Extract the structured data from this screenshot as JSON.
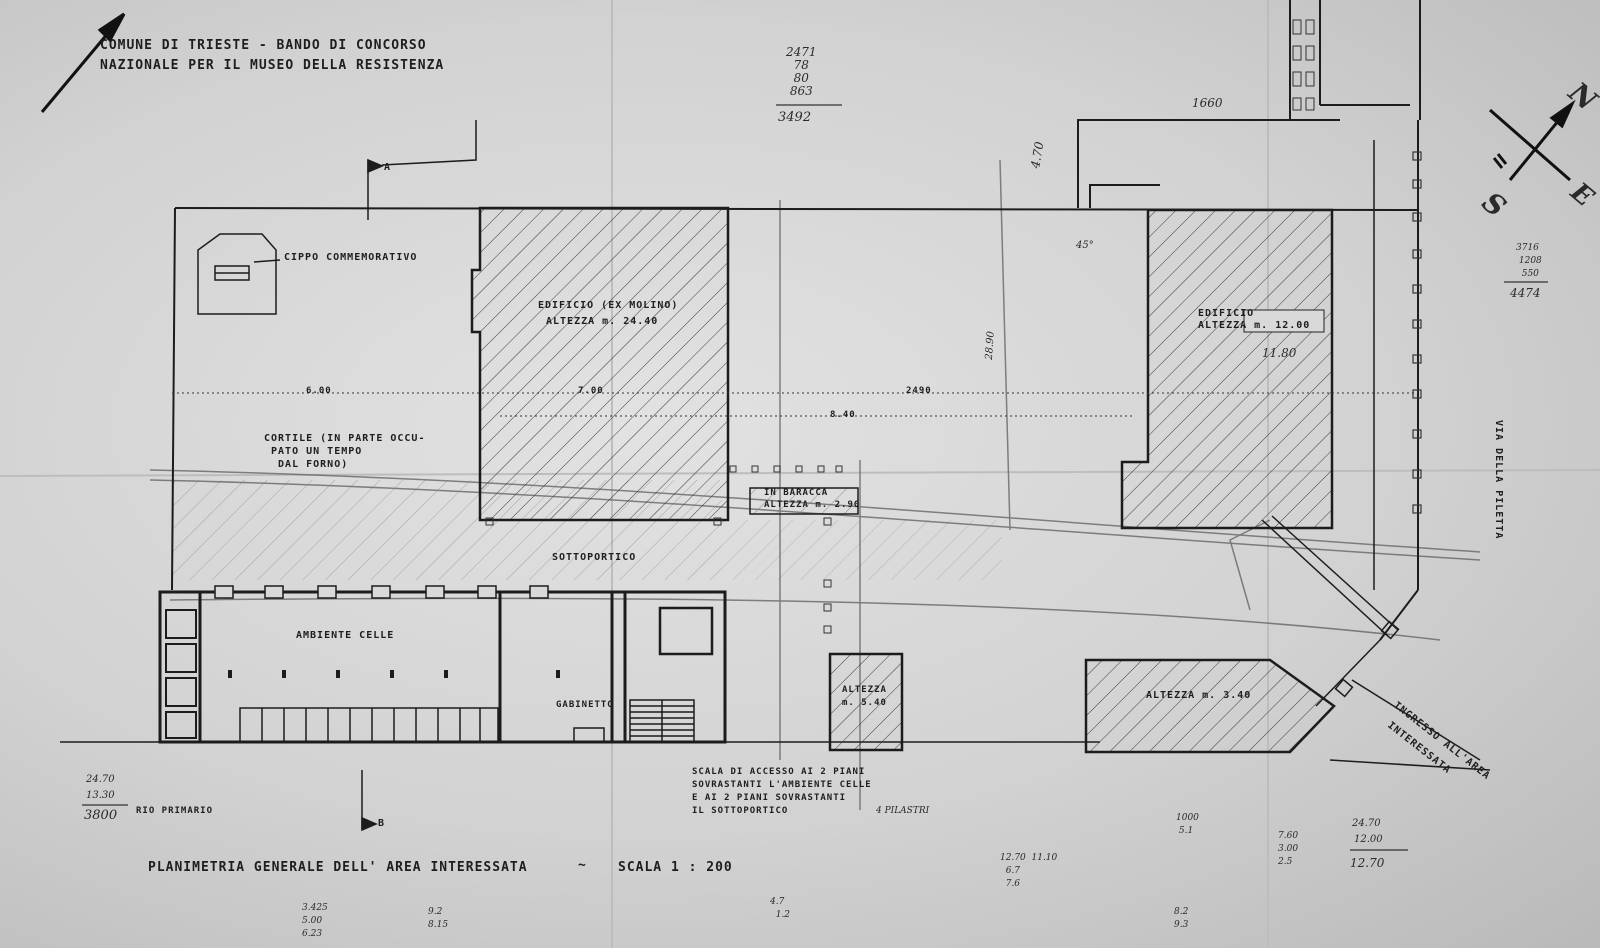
{
  "header": {
    "line1": "COMUNE DI TRIESTE  -  BANDO DI CONCORSO",
    "line2": "NAZIONALE  PER  IL  MUSEO  DELLA  RESISTENZA"
  },
  "footer": {
    "title": "PLANIMETRIA  GENERALE  DELL' AREA  INTERESSATA",
    "tilde": "~",
    "scale": "SCALA  1 : 200"
  },
  "labels": {
    "cippo": "CIPPO COMMEMORATIVO",
    "edificio_mulino_1": "EDIFICIO (EX MOLINO)",
    "edificio_mulino_2": "ALTEZZA  m. 24.40",
    "edificio_right_1": "EDIFICIO",
    "edificio_right_2": "ALTEZZA  m. 12.00",
    "cortile": "CORTILE (IN PARTE OCCU-\n PATO UN TEMPO\n  DAL FORNO)",
    "in_baracca_1": "IN BARACCA",
    "in_baracca_2": "ALTEZZA  m. 2.90",
    "sottoportico": "SOTTOPORTICO",
    "ambiente_celle": "AMBIENTE CELLE",
    "sgabuzzino": "GABINETTO",
    "altezza_small": "ALTEZZA\nm. 5.40",
    "altezza_large": "ALTEZZA  m. 3.40",
    "scala_note": "SCALA DI ACCESSO AI 2 PIANI\nSOVRASTANTI L'AMBIENTE CELLE\nE AI 2 PIANI SOVRASTANTI\nIL SOTTOPORTICO",
    "pilastri": "4 PILASTRI",
    "ingresso_1": "INGRESSO ALL'AREA",
    "ingresso_2": "INTERESSATA",
    "rio": "RIO PRIMARIO",
    "via": "VIA DELLA PILETTA",
    "dim_1660": "1660",
    "dim_470": "4.70",
    "dim_45": "45°",
    "dim_1180": "11.80",
    "dim_2890": "28.90",
    "dim_2490": "2490",
    "dim_700": "7.00",
    "dim_a": "6.00",
    "dim_b": "8.40"
  },
  "notes": {
    "top_sum": "2471\n  78\n  80\n 863",
    "top_total": "3492",
    "right_sum": "3716\n 1208\n  550",
    "right_total": "4474",
    "bl_a": "24.70",
    "bl_b": "13.30",
    "bl_total": "3800",
    "br_a": "24.70",
    "br_b": "12.00",
    "br_total": "12.70",
    "br_small": "7.60\n3.00\n2.5",
    "mid_a": "1000\n 5.1",
    "mid_b": "12.70  11.10\n  6.7\n  7.6",
    "bottom_a": "3.425\n5.00\n6.23",
    "bottom_b": "9.2\n8.15",
    "bottom_c": "4.7\n  1.2",
    "bottom_d": "8.2\n9.3"
  },
  "compass": {
    "n": "N",
    "s": "S",
    "e": "E"
  },
  "markers": {
    "a": "A",
    "b": "B"
  },
  "colors": {
    "paper": "#d6d6d6",
    "ink": "#1e1e1e",
    "pencil": "#555555"
  }
}
